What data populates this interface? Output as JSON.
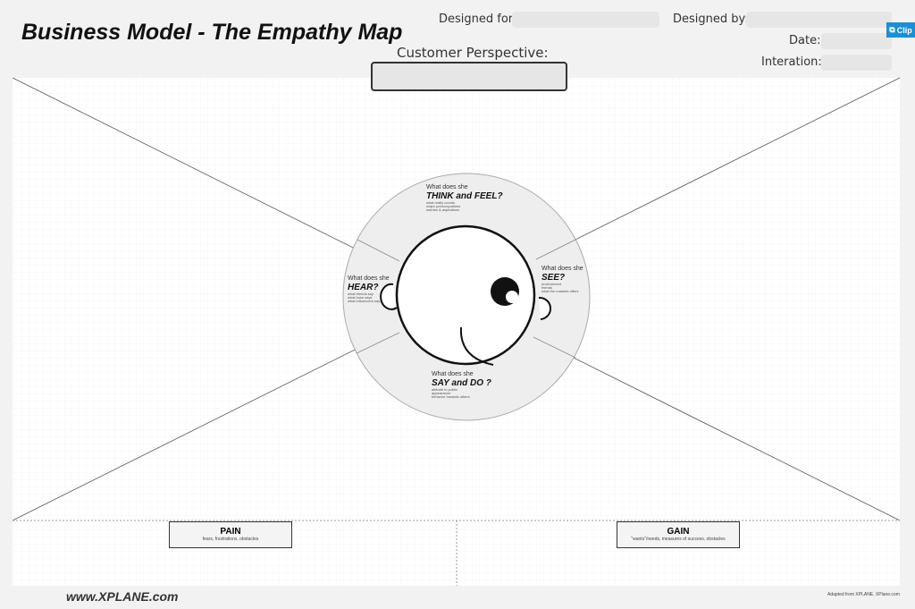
{
  "title": "Business Model - The Empathy Map",
  "header": {
    "designed_for_label": "Designed for:",
    "designed_for_value": "",
    "designed_by_label": "Designed by:",
    "designed_by_value": "",
    "date_label": "Date:",
    "date_value": "",
    "iteration_label": "Interation:",
    "iteration_value": "",
    "clip_label": "Clip"
  },
  "customer_perspective": {
    "label": "Customer Perspective:",
    "value": ""
  },
  "quadrants": {
    "think": {
      "prefix": "What does she",
      "title": "THINK and FEEL?",
      "hints": [
        "what really counts",
        "major preoccupations",
        "worries & aspirations"
      ]
    },
    "hear": {
      "prefix": "What does she",
      "title": "HEAR?",
      "hints": [
        "what friends say",
        "what boss says",
        "what influencers say"
      ]
    },
    "see": {
      "prefix": "What does she",
      "title": "SEE?",
      "hints": [
        "environment",
        "friends",
        "what the markets offers"
      ]
    },
    "say": {
      "prefix": "What does she",
      "title": "SAY and DO ?",
      "hints": [
        "attitude in public",
        "appearance",
        "behavior towards others"
      ]
    }
  },
  "pain": {
    "title": "PAIN",
    "subtitle": "fears, frustrations, obstacles"
  },
  "gain": {
    "title": "GAIN",
    "subtitle": "\"wants\"/needs, measures of success, obstacles"
  },
  "footer": {
    "site": "www.XPLANE.com",
    "credit": "Adapted from XPLANE. XPlane.com"
  }
}
